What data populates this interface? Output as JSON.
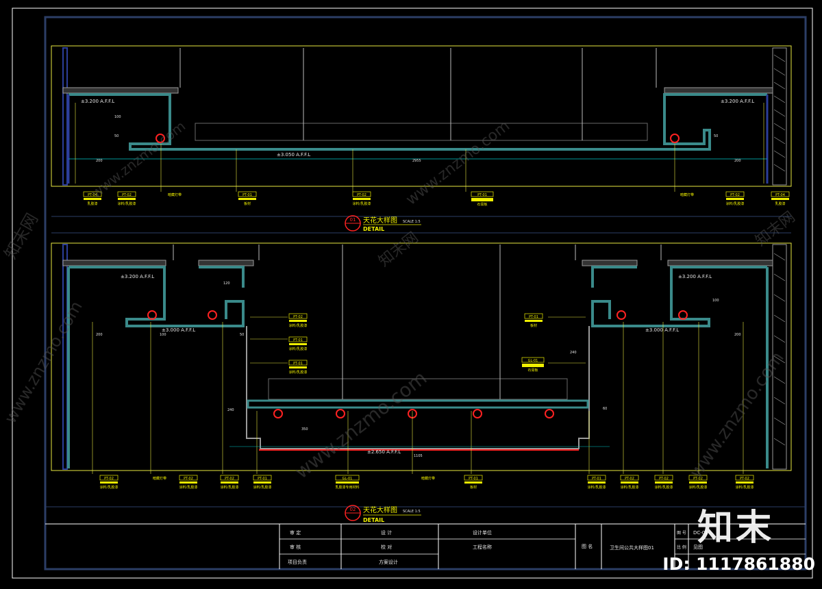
{
  "colors": {
    "frame": "#2c3e66",
    "section": "#e8e840",
    "white": "#e6e6e6",
    "cyan": "#00c8c8",
    "wall": "#3a8a8a",
    "tag": "#f0f000",
    "red": "#ff2222",
    "grey": "#9a9a9a"
  },
  "watermark": {
    "site": "www.znzmo.com",
    "brand_cn": "知末网"
  },
  "detail1": {
    "title_cn": "天花大样图",
    "title_en": "DETAIL",
    "scale": "SCALE 1:5",
    "badge_num": "01",
    "level_left": "±3.200 A.F.F.L",
    "level_right": "±3.200 A.F.F.L",
    "level_mid": "±3.050 A.F.F.L",
    "dims": [
      "200",
      "2955",
      "200",
      "100",
      "50",
      "50"
    ],
    "tags": [
      {
        "code": "PT-04",
        "label": "乳胶漆"
      },
      {
        "code": "PT-02",
        "label": "涂料/乳胶漆"
      },
      {
        "code": "",
        "label": "暗藏灯带"
      },
      {
        "code": "PT-01",
        "label": "板材"
      },
      {
        "code": "PT-02",
        "label": "涂料/乳胶漆"
      },
      {
        "code": "PT-01",
        "label": "石膏板"
      },
      {
        "code": "",
        "label": "暗藏灯带"
      },
      {
        "code": "PT-02",
        "label": "涂料/乳胶漆"
      },
      {
        "code": "PT-04",
        "label": "乳胶漆"
      }
    ]
  },
  "detail2": {
    "title_cn": "天花大样图",
    "title_en": "DETAIL",
    "scale": "SCALE 1:5",
    "badge_num": "02",
    "level_top_left": "±3.200 A.F.F.L",
    "level_top_right": "±3.200 A.F.F.L",
    "level_mid_left": "±3.000 A.F.F.L",
    "level_mid_right": "±3.000 A.F.F.L",
    "level_bottom": "±2.650 A.F.F.L",
    "dims": [
      "200",
      "200",
      "100",
      "120",
      "50",
      "240",
      "1105",
      "350",
      "60",
      "100",
      "240"
    ],
    "side_tags_left": [
      {
        "code": "PT-02",
        "label": "涂料/乳胶漆"
      },
      {
        "code": "PT-01",
        "label": "涂料/乳胶漆"
      },
      {
        "code": "PT-01",
        "label": "涂料/乳胶漆"
      }
    ],
    "side_tags_right": [
      {
        "code": "PT-01",
        "label": "板材"
      },
      {
        "code": "GL-01",
        "label": "石膏板"
      }
    ],
    "tags": [
      {
        "code": "PT-02",
        "label": "涂料/乳胶漆"
      },
      {
        "code": "",
        "label": "暗藏灯带"
      },
      {
        "code": "PT-02",
        "label": "涂料/乳胶漆"
      },
      {
        "code": "PT-02",
        "label": "涂料/乳胶漆"
      },
      {
        "code": "PT-01",
        "label": "涂料/乳胶漆"
      },
      {
        "code": "GL-01",
        "label": "乳胶漆专用材料"
      },
      {
        "code": "",
        "label": "暗藏灯带"
      },
      {
        "code": "PT-01",
        "label": "板材"
      },
      {
        "code": "PT-01",
        "label": "涂料/乳胶漆"
      },
      {
        "code": "PT-02",
        "label": "涂料/乳胶漆"
      },
      {
        "code": "PT-02",
        "label": "涂料/乳胶漆"
      },
      {
        "code": "PT-02",
        "label": "涂料/乳胶漆"
      },
      {
        "code": "PT-02",
        "label": "涂料/乳胶漆"
      }
    ]
  },
  "titleblock": {
    "c1": [
      "审 定",
      "审 核",
      "项目负责"
    ],
    "c2": [
      "设 计",
      "校 对",
      "方案设计"
    ],
    "c3": [
      "设计单位",
      "工程名称"
    ],
    "c4": "图 名",
    "drawing_name": "卫生间公共大样图01",
    "c5": [
      "图 号",
      "比 例"
    ],
    "sheet_no": "DC-01",
    "scale_val": "见图"
  },
  "brand": "知末",
  "id_badge": "ID: 1117861880"
}
